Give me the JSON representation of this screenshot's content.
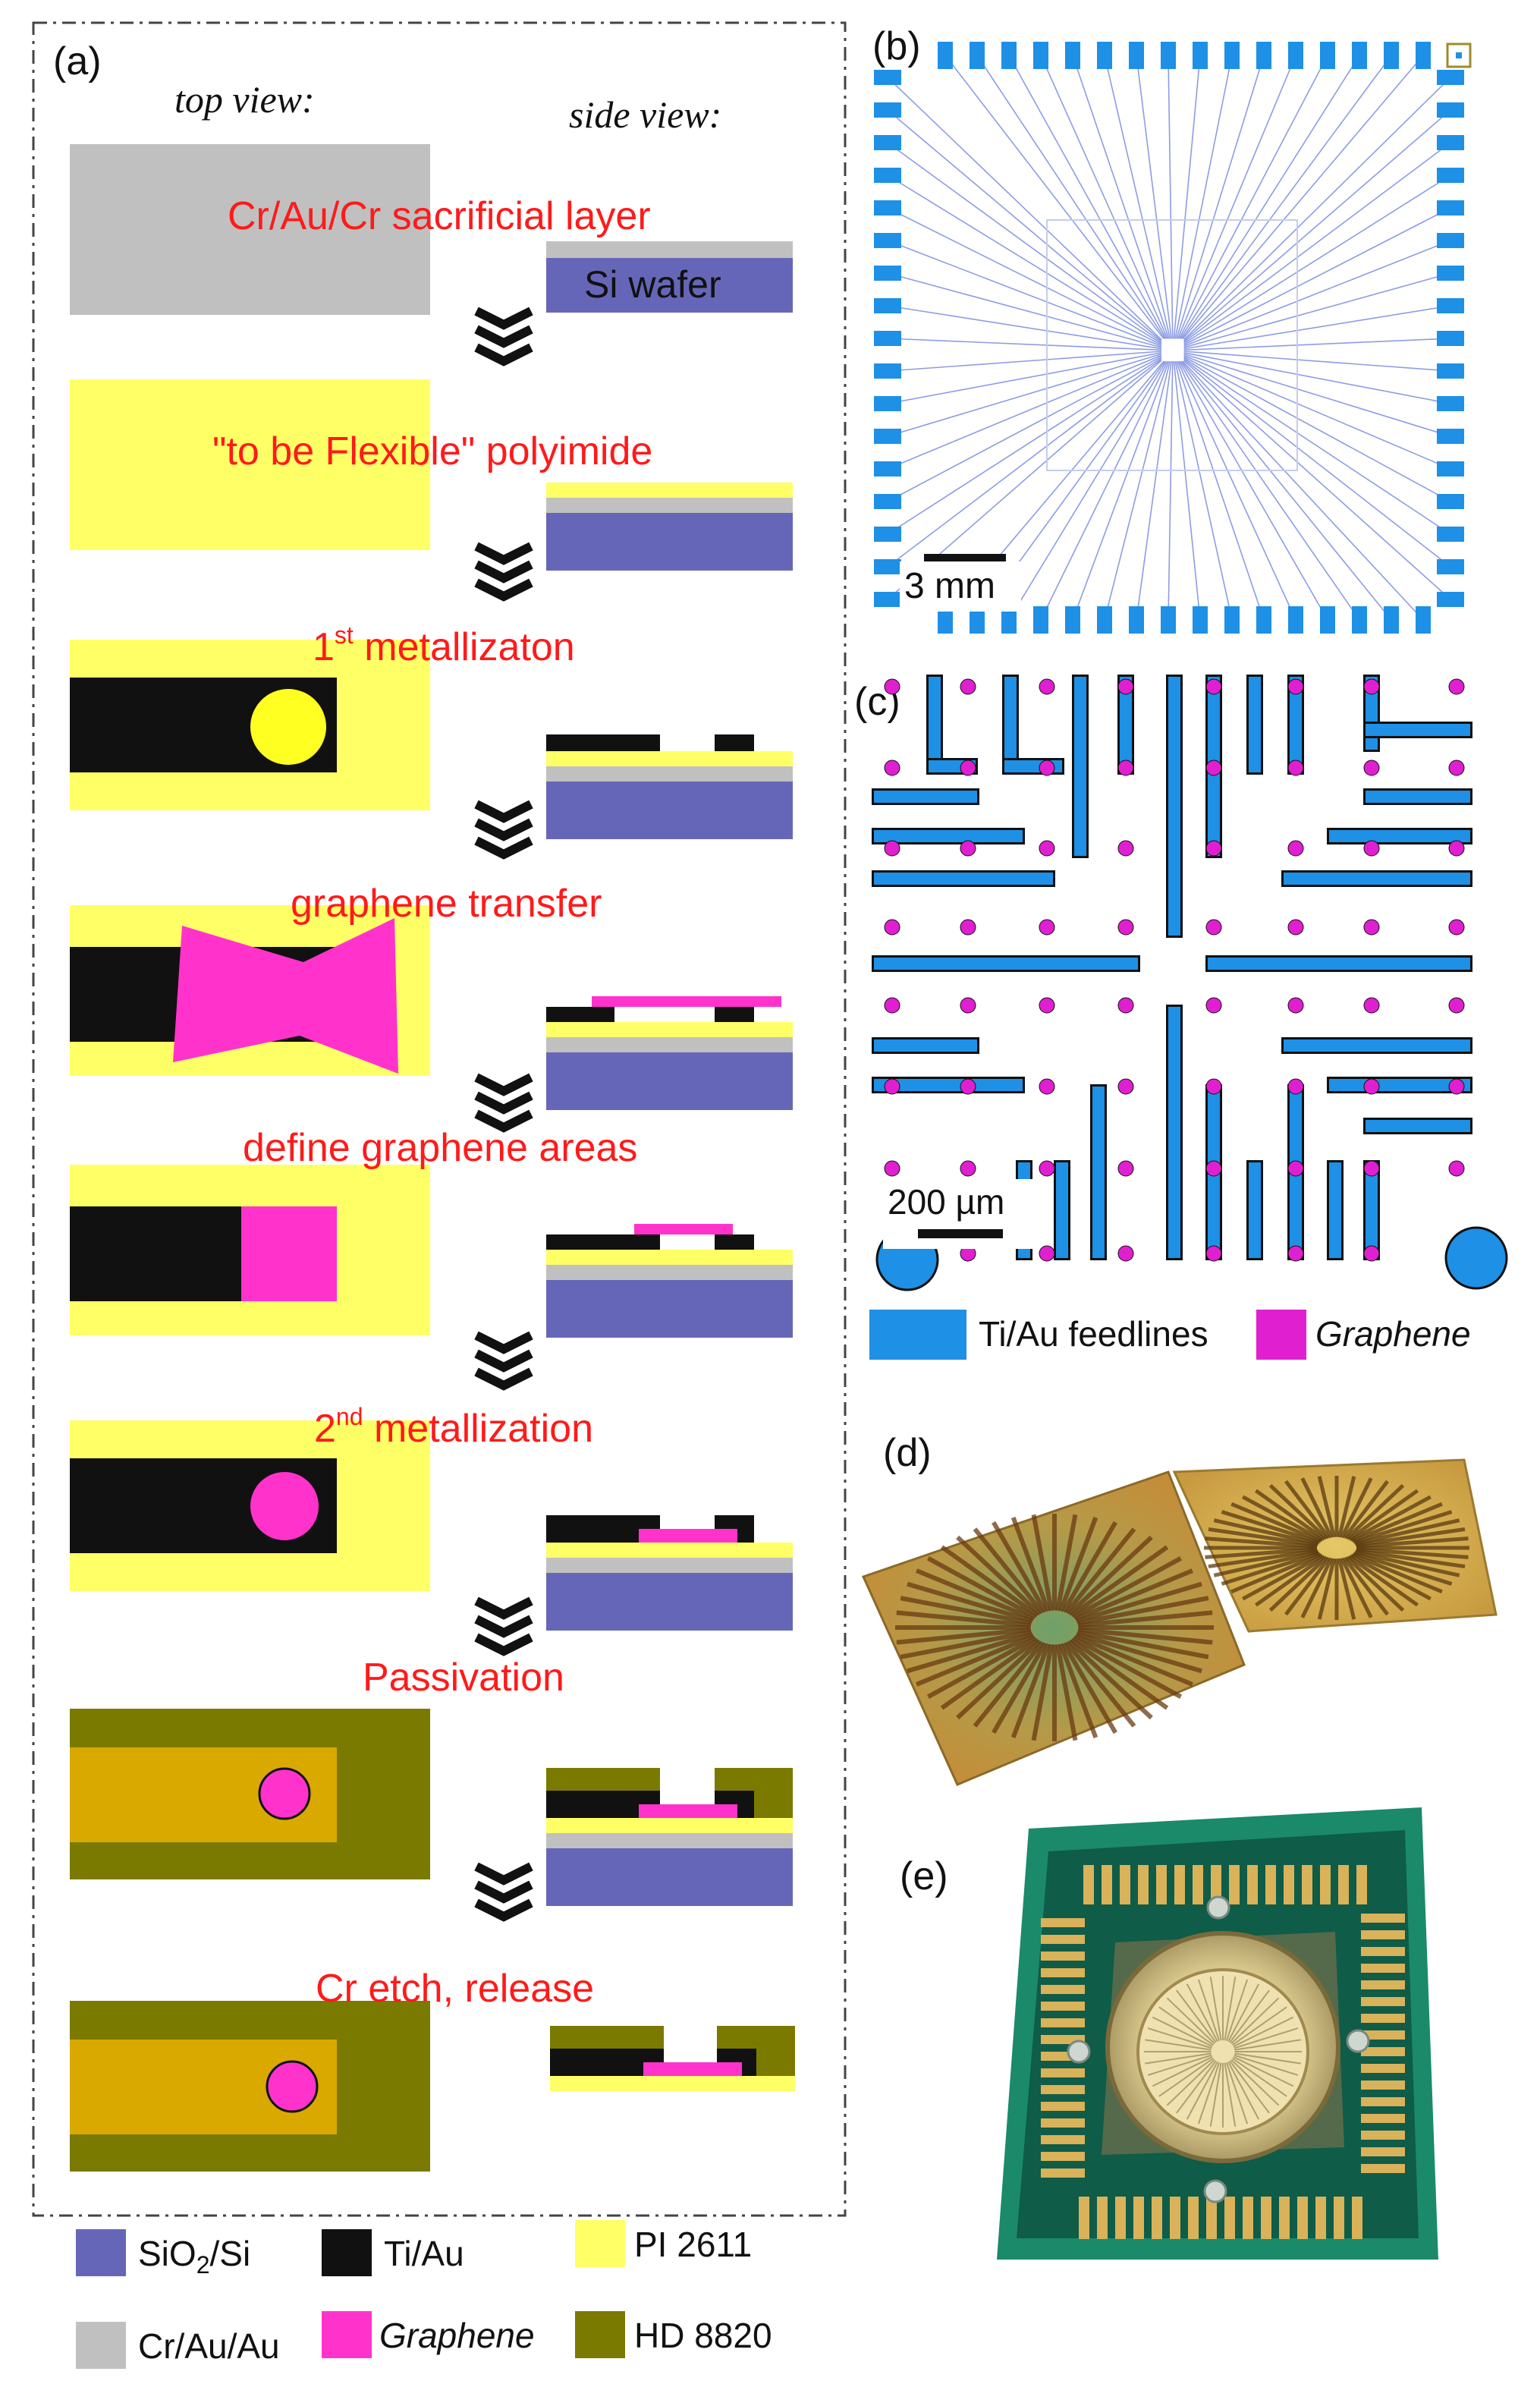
{
  "panels": {
    "a": "(a)",
    "b": "(b)",
    "c": "(c)",
    "d": "(d)",
    "e": "(e)"
  },
  "views": {
    "top": "top view:",
    "side": "side view:"
  },
  "steps": [
    "Cr/Au/Cr sacrificial layer",
    "\"to be Flexible\" polyimide",
    "1st metallizaton",
    "graphene transfer",
    "define graphene areas",
    "2nd metallization",
    "Passivation",
    "Cr etch, release"
  ],
  "step_parts": {
    "s3_pre": "1",
    "s3_sup": "st",
    "s3_post": " metallizaton",
    "s6_pre": "2",
    "s6_sup": "nd",
    "s6_post": " metallization"
  },
  "si_wafer": "Si wafer",
  "scale_b": "3 mm",
  "scale_c": "200 µm",
  "legend_c": {
    "feedlines": "Ti/Au feedlines",
    "graphene": "Graphene"
  },
  "legend_a": [
    {
      "label_pre": "SiO",
      "label_sub": "2",
      "label_post": "/Si",
      "color": "#6666b8"
    },
    {
      "label": "Ti/Au",
      "color": "#111111"
    },
    {
      "label": "PI 2611",
      "color": "#ffff66"
    },
    {
      "label": "Cr/Au/Au",
      "color": "#c0c0c0"
    },
    {
      "label": "Graphene",
      "color": "#ff33cc"
    },
    {
      "label": "HD 8820",
      "color": "#7a7a00"
    }
  ],
  "colors": {
    "sio2": "#6666b8",
    "tiau": "#111111",
    "pi": "#ffff66",
    "cr": "#c0c0c0",
    "graphene": "#ff33cc",
    "hd": "#7a7a00",
    "hd_inner": "#d9a900",
    "step_text": "#ff1a1a",
    "feedline": "#1e90e6",
    "pad_magenta": "#e01fd0"
  }
}
